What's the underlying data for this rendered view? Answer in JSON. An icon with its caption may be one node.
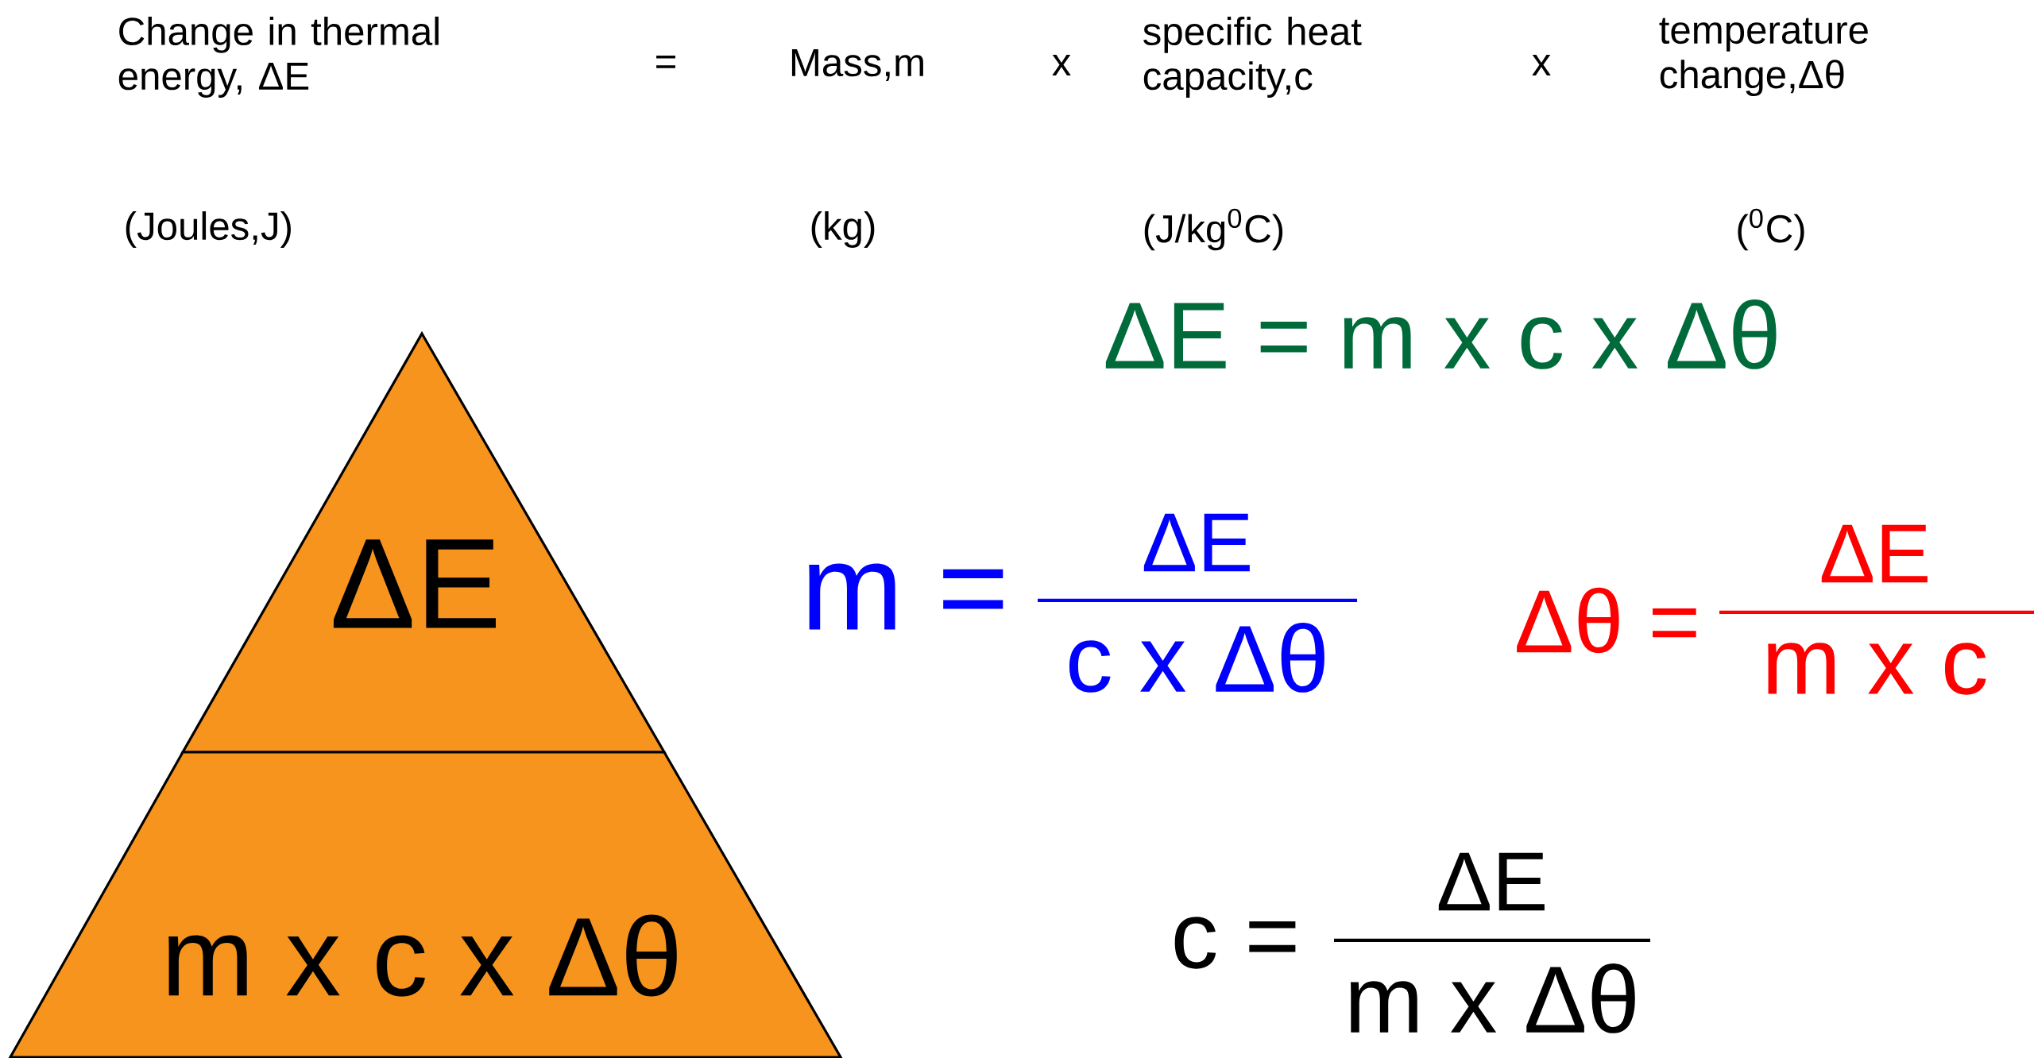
{
  "diagram": {
    "nodes": [
      {
        "text": [
          "ΔE"
        ]
      },
      {
        "text": [
          "m x c x Δθ"
        ]
      }
    ],
    "labels": [
      "Change in thermal energy, ΔE",
      "=",
      "Mass,m",
      "x",
      "specific heat capacity,c",
      "x",
      "temperature change,Δθ",
      "(Joules,J)",
      "(kg)",
      "(J/kg$^{0}$C)",
      "($^{0}$C)",
      "ΔE = m x c x Δθ",
      "m =",
      "ΔE",
      "c x Δθ",
      "Δθ =",
      "ΔE",
      "m x c",
      "c =",
      "ΔE",
      "m x Δθ"
    ]
  }
}
